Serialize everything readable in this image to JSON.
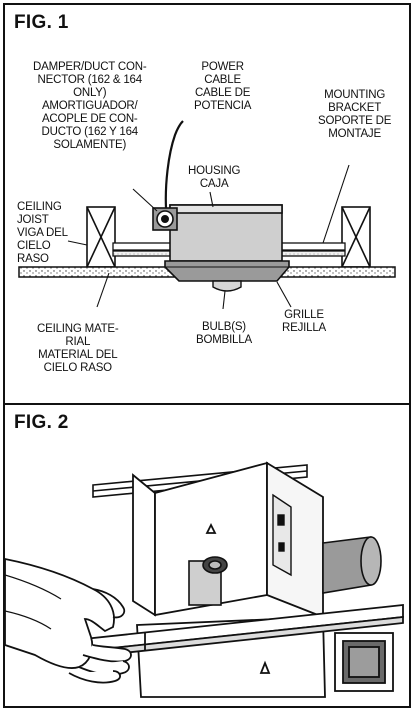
{
  "fig1": {
    "title": "FIG. 1",
    "labels": {
      "damper": "DAMPER/DUCT CON-\nNECTOR (162 & 164\nONLY)\nAMORTIGUADOR/\nACOPLE DE CON-\nDUCTO (162 Y 164\nSOLAMENTE)",
      "power_cable": "POWER\nCABLE\nCABLE DE\nPOTENCIA",
      "mounting_bracket": "MOUNTING\nBRACKET\nSOPORTE DE\nMONTAJE",
      "housing": "HOUSING\nCAJA",
      "ceiling_joist": "CEILING\nJOIST\nVIGA DEL\nCIELO\nRASO",
      "ceiling_material": "CEILING MATE-\nRIAL\nMATERIAL DEL\nCIELO RASO",
      "bulb": "BULB(S)\nBOMBILLA",
      "grille": "GRILLE\nREJILLA"
    }
  },
  "fig2": {
    "title": "FIG. 2"
  }
}
